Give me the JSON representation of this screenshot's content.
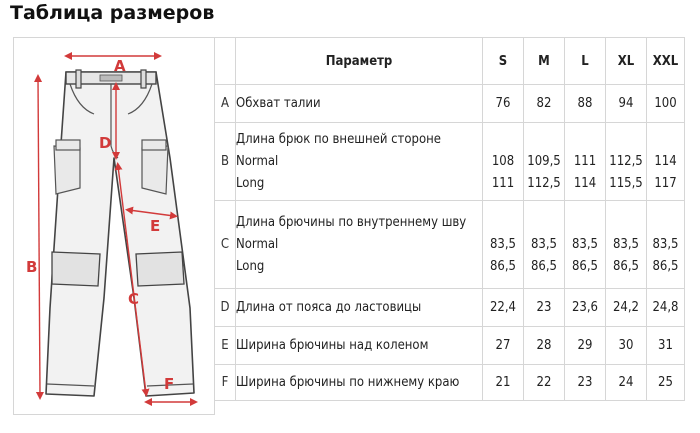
{
  "title": "Таблица размеров",
  "diagram": {
    "labels": [
      "A",
      "B",
      "C",
      "D",
      "E",
      "F"
    ]
  },
  "table": {
    "header": {
      "param": "Параметр",
      "sizes": [
        "S",
        "M",
        "L",
        "XL",
        "XXL"
      ]
    },
    "rows": [
      {
        "letter": "A",
        "lines": [
          "Обхват талии"
        ],
        "values": [
          [
            "76"
          ],
          [
            "82"
          ],
          [
            "88"
          ],
          [
            "94"
          ],
          [
            "100"
          ]
        ]
      },
      {
        "letter": "B",
        "lines": [
          "Длина брюк по внешней стороне",
          "Normal",
          "Long"
        ],
        "values": [
          [
            "108",
            "111"
          ],
          [
            "109,5",
            "112,5"
          ],
          [
            "111",
            "114"
          ],
          [
            "112,5",
            "115,5"
          ],
          [
            "114",
            "117"
          ]
        ]
      },
      {
        "letter": "C",
        "lines": [
          "Длина брючины по внутреннему шву",
          "Normal",
          "Long"
        ],
        "values": [
          [
            "83,5",
            "86,5"
          ],
          [
            "83,5",
            "86,5"
          ],
          [
            "83,5",
            "86,5"
          ],
          [
            "83,5",
            "86,5"
          ],
          [
            "83,5",
            "86,5"
          ]
        ]
      },
      {
        "letter": "D",
        "lines": [
          "Длина от пояса до ластовицы"
        ],
        "values": [
          [
            "22,4"
          ],
          [
            "23"
          ],
          [
            "23,6"
          ],
          [
            "24,2"
          ],
          [
            "24,8"
          ]
        ]
      },
      {
        "letter": "E",
        "lines": [
          "Ширина брючины над коленом"
        ],
        "values": [
          [
            "27"
          ],
          [
            "28"
          ],
          [
            "29"
          ],
          [
            "30"
          ],
          [
            "31"
          ]
        ]
      },
      {
        "letter": "F",
        "lines": [
          "Ширина брючины по нижнему краю"
        ],
        "values": [
          [
            "21"
          ],
          [
            "22"
          ],
          [
            "23"
          ],
          [
            "24"
          ],
          [
            "25"
          ]
        ]
      }
    ]
  }
}
